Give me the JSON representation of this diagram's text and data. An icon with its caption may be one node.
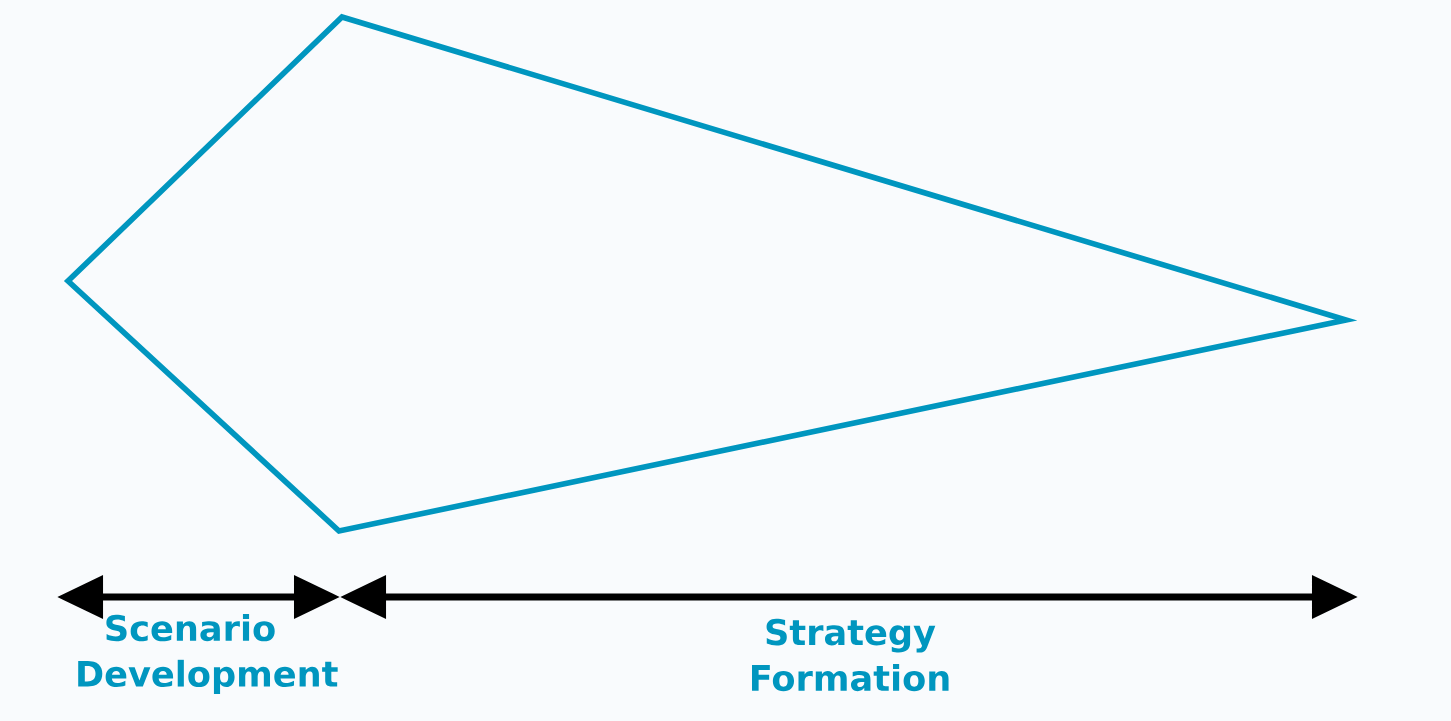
{
  "diagram": {
    "nodes": [
      {
        "text": [],
        "shape": "diamond"
      }
    ],
    "labels": [
      "Scenario Development",
      "Strategy Formation"
    ]
  }
}
